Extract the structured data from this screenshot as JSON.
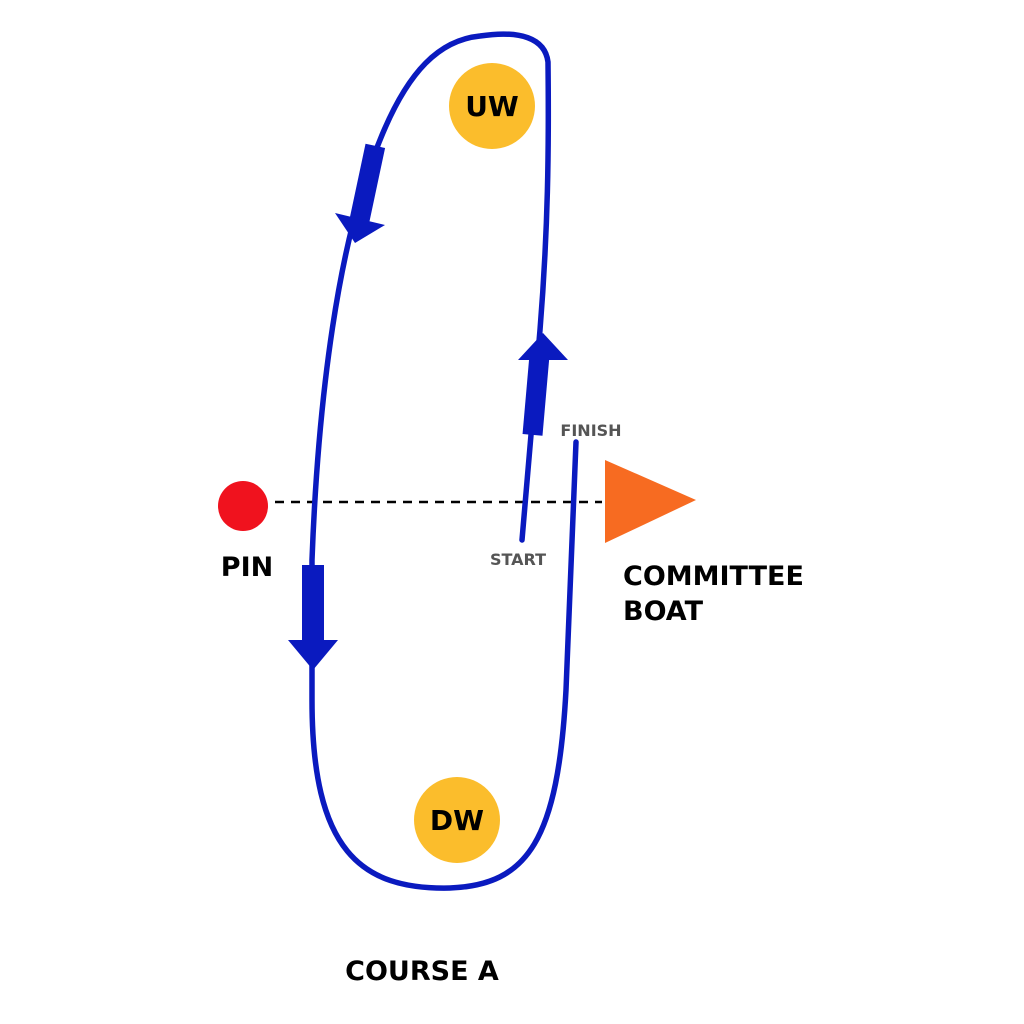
{
  "colors": {
    "course_line": "#0A1ABF",
    "mark_fill": "#FBBD2C",
    "pin_fill": "#F0121E",
    "committee_fill": "#F76B21",
    "start_line": "#000000",
    "small_text": "#555555",
    "text": "#000000"
  },
  "marks": {
    "upwind": {
      "label": "UW"
    },
    "downwind": {
      "label": "DW"
    }
  },
  "start_line": {
    "pin_label": "PIN",
    "committee_line1": "COMMITTEE",
    "committee_line2": "BOAT",
    "start_label": "START",
    "finish_label": "FINISH"
  },
  "course_label": "COURSE A",
  "icons": {
    "pin": "red-circle-buoy",
    "committee_boat": "orange-triangle-flag"
  }
}
